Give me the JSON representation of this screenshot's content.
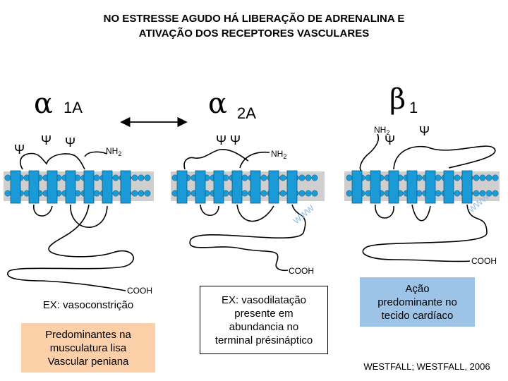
{
  "title_lines": [
    "NO ESTRESSE AGUDO HÁ LIBERAÇÃO DE ADRENALINA E",
    "ATIVAÇÃO DOS RECEPTORES VASCULARES"
  ],
  "receptors": [
    {
      "greek": "α",
      "subscript": "1A",
      "nterm": "NH",
      "nterm_sub": "2",
      "cterm": "COOH"
    },
    {
      "greek": "α",
      "subscript": "2A",
      "nterm": "NH",
      "nterm_sub": "2",
      "cterm": "COOH"
    },
    {
      "greek": "β",
      "subscript": "1",
      "nterm": "NH",
      "nterm_sub": "2",
      "cterm": "COOH"
    }
  ],
  "glyco_symbol": "Ψ",
  "phospho_marks": "WWW",
  "alpha1": {
    "example": "EX: vasoconstrição",
    "predominance": [
      "Predominantes na",
      "musculatura lisa",
      "Vascular peniana"
    ]
  },
  "alpha2": {
    "example": [
      "EX: vasodilatação",
      "presente em",
      "abundancia no",
      "terminal présináptico"
    ]
  },
  "beta1": {
    "action": [
      "Ação",
      "predominante no",
      "tecido cardíaco"
    ]
  },
  "citation": "WESTFALL; WESTFALL, 2006",
  "colors": {
    "membrane": "#cfcfcf",
    "helix": "#1a9ad6",
    "bead": "#1a9ad6",
    "alpha1_box": "#fbcfa7",
    "beta1_box": "#9dc3e6"
  }
}
